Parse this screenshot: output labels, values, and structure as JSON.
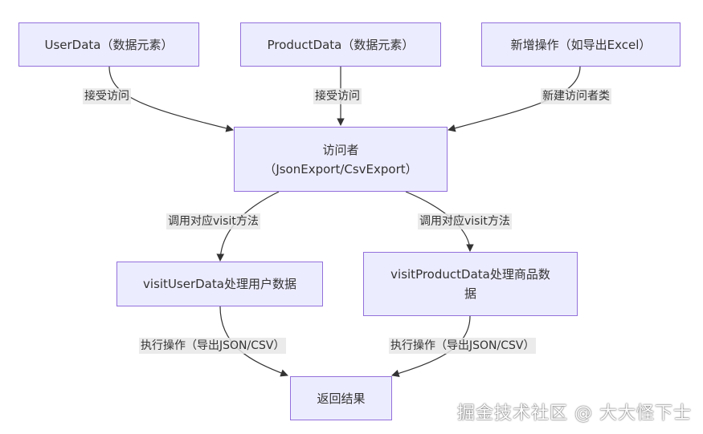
{
  "colors": {
    "node_fill": "#ECECFF",
    "node_border": "#9370DB",
    "edge": "#333333",
    "label_bg": "#E8E8E8",
    "text": "#333333"
  },
  "nodes": {
    "user_data": "UserData（数据元素）",
    "product_data": "ProductData（数据元素）",
    "new_operation": "新增操作（如导出Excel）",
    "visitor_line1": "访问者",
    "visitor_line2": "（JsonExport/CsvExport）",
    "visit_user_data": "visitUserData处理用户数据",
    "visit_product_data_line1": "visitProductData处理商品数",
    "visit_product_data_line2": "据",
    "return_result": "返回结果"
  },
  "edges": {
    "accept_visit_left": "接受访问",
    "accept_visit_mid": "接受访问",
    "new_visitor_class": "新建访问者类",
    "call_visit_left": "调用对应visit方法",
    "call_visit_right": "调用对应visit方法",
    "execute_left": "执行操作（导出JSON/CSV）",
    "execute_right": "执行操作（导出JSON/CSV）"
  },
  "watermark": "掘金技术社区 @ 大大怪下士"
}
